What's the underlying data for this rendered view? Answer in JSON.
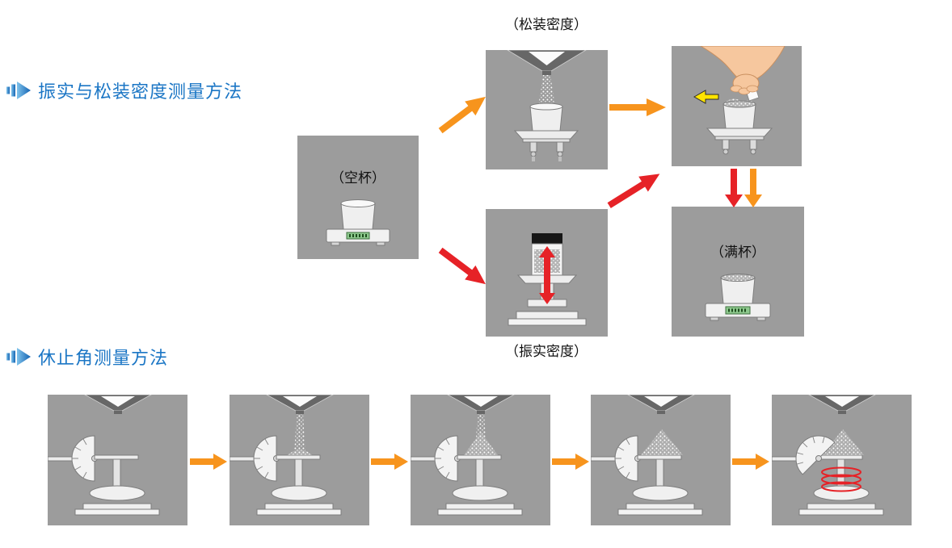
{
  "figure": {
    "background": "#ffffff"
  },
  "colors": {
    "panel_gray": "#9c9c9c",
    "title_blue": "#1b76c5",
    "arrow_orange": "#f7941d",
    "arrow_red": "#e62227",
    "scrape_arrow_yellow": "#ffe400",
    "label_text": "#111111",
    "lcd_green": "#8cc88c"
  },
  "sections": {
    "density": {
      "title": "振实与松装密度测量方法",
      "labels": {
        "bulk_density": "（松装密度）",
        "empty_cup": "（空杯）",
        "tapped_density": "（振实密度）",
        "full_cup": "（满杯）"
      }
    },
    "repose": {
      "title": "休止角测量方法"
    }
  }
}
